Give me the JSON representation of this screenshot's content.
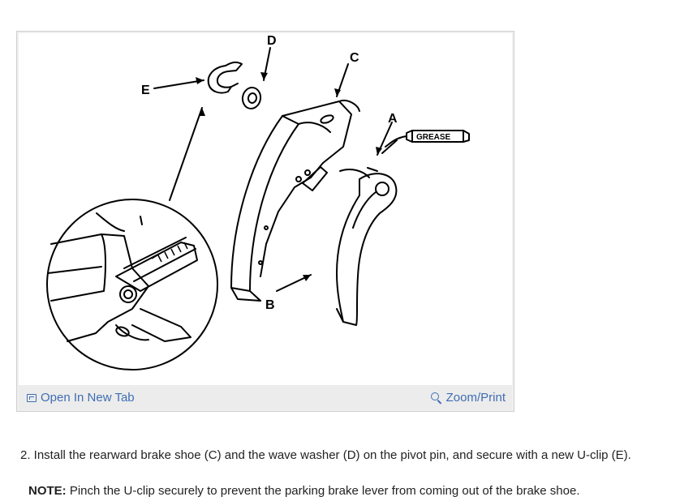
{
  "figure": {
    "callouts": {
      "a": "A",
      "b": "B",
      "c": "C",
      "d": "D",
      "e": "E",
      "grease": "GREASE"
    },
    "open_new_tab_label": "Open In New Tab",
    "zoom_print_label": "Zoom/Print",
    "link_color": "#3f6db3"
  },
  "instructions": {
    "step": "2. Install the rearward brake shoe (C) and the wave washer (D) on the pivot pin, and secure with a new U-clip (E).",
    "note_label": "NOTE:",
    "note_text": " Pinch the U-clip securely to prevent the parking brake lever from coming out of the brake shoe."
  }
}
